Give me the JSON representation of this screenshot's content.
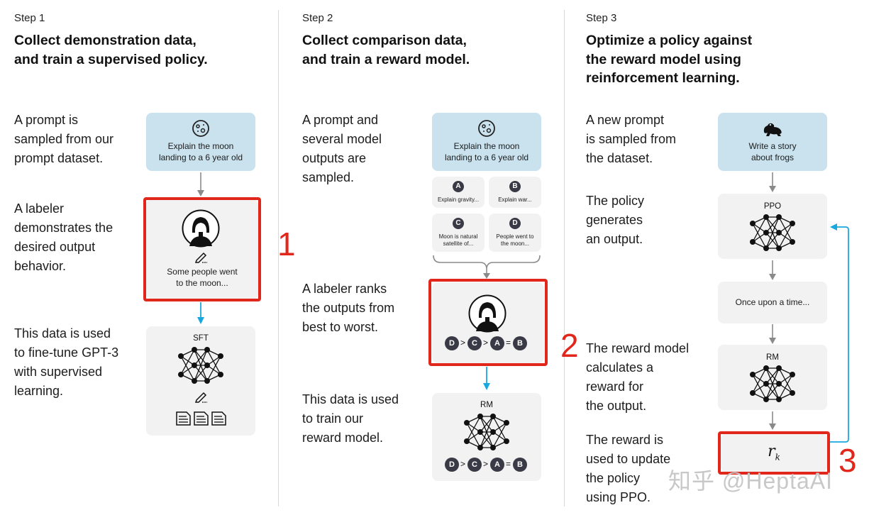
{
  "steps": [
    {
      "label": "Step 1",
      "title_lines": [
        "Collect demonstration data,",
        "and train a supervised policy."
      ],
      "descriptions": [
        [
          "A prompt is",
          "sampled from our",
          "prompt dataset."
        ],
        [
          "A labeler",
          "demonstrates the",
          "desired output",
          "behavior."
        ],
        [
          "This data is used",
          "to fine-tune GPT-3",
          "with supervised",
          "learning."
        ]
      ],
      "prompt_box": [
        "Explain the moon",
        "landing to a 6 year old"
      ],
      "labeler_box": [
        "Some people went",
        "to the moon..."
      ],
      "model_label": "SFT",
      "annotation": "1"
    },
    {
      "label": "Step 2",
      "title_lines": [
        "Collect comparison data,",
        "and train a reward model."
      ],
      "descriptions": [
        [
          "A prompt and",
          "several model",
          "outputs are",
          "sampled."
        ],
        [
          "A labeler ranks",
          "the outputs from",
          "best to worst."
        ],
        [
          "This data is used",
          "to train our",
          "reward model."
        ]
      ],
      "prompt_box": [
        "Explain the moon",
        "landing to a 6 year old"
      ],
      "outputs": [
        {
          "letter": "A",
          "text": [
            "Explain gravity..."
          ]
        },
        {
          "letter": "B",
          "text": [
            "Explain war..."
          ]
        },
        {
          "letter": "C",
          "text": [
            "Moon is natural",
            "satellite of..."
          ]
        },
        {
          "letter": "D",
          "text": [
            "People went to",
            "the moon..."
          ]
        }
      ],
      "ranking": [
        "D",
        ">",
        "C",
        ">",
        "A",
        "=",
        "B"
      ],
      "model_label": "RM",
      "annotation": "2"
    },
    {
      "label": "Step 3",
      "title_lines": [
        "Optimize a policy against",
        "the reward model using",
        "reinforcement learning."
      ],
      "descriptions": [
        [
          "A new prompt",
          "is sampled from",
          "the dataset."
        ],
        [
          "The policy",
          "generates",
          "an output."
        ],
        [
          "The reward model",
          "calculates a",
          "reward for",
          "the output."
        ],
        [
          "The reward is",
          "used to update",
          "the policy",
          "using PPO."
        ]
      ],
      "prompt_box": [
        "Write a story",
        "about frogs"
      ],
      "policy_label": "PPO",
      "output_text": "Once upon a time...",
      "model_label": "RM",
      "reward_symbol": "r",
      "reward_subscript": "k",
      "annotation": "3"
    }
  ],
  "watermark": "知乎 @HeptaAI",
  "colors": {
    "red": "#e1261c",
    "blue_arrow": "#19a7e0",
    "gray_arrow": "#8a8a8a",
    "prompt_bg": "#c9e2ee",
    "box_bg": "#f2f2f2"
  }
}
